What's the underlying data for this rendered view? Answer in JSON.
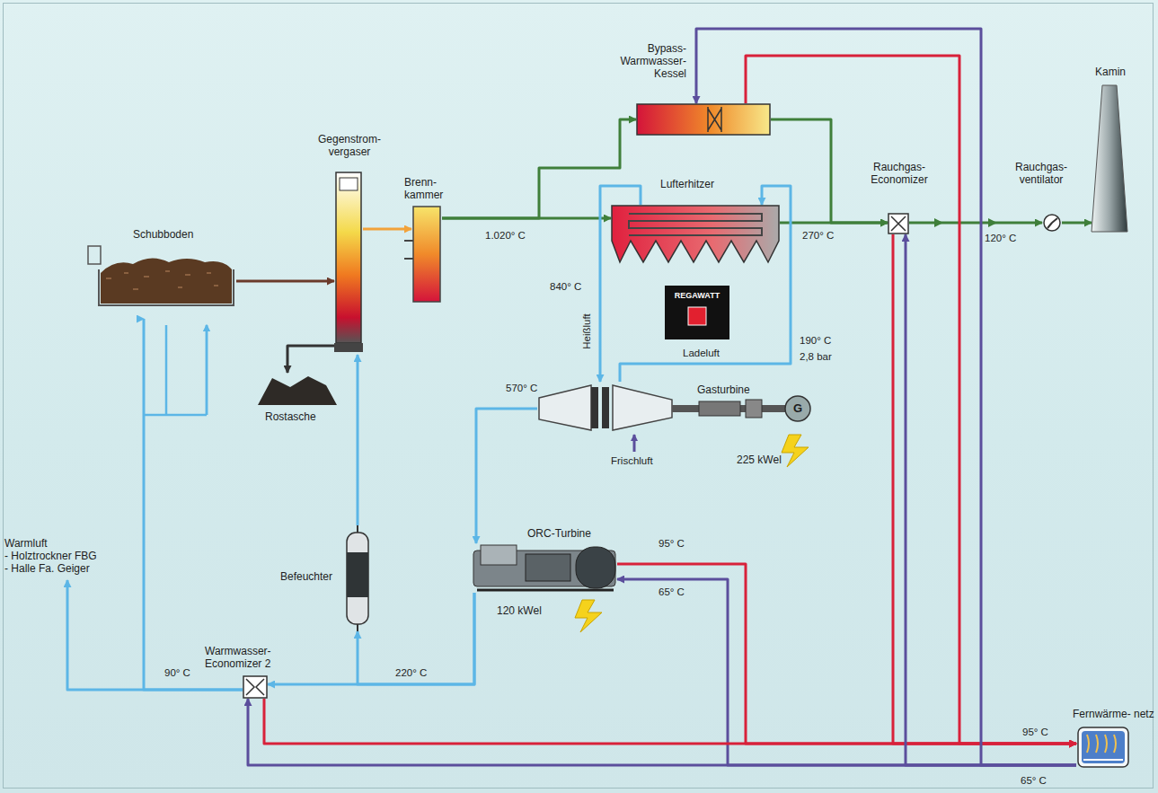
{
  "diagram": {
    "nodes": [
      {
        "text": [
          "Schubboden"
        ]
      },
      {
        "text": [
          "Gegenstrom- vergaser"
        ]
      },
      {
        "text": [
          "Rostasche"
        ]
      },
      {
        "text": [
          "Brenn- kammer"
        ]
      },
      {
        "text": [
          "Bypass- Warmwasser- Kessel"
        ]
      },
      {
        "text": [
          "Lufterhitzer"
        ]
      },
      {
        "text": [
          "REGAWATT"
        ]
      },
      {
        "text": [
          "Rauchgas- Economizer"
        ]
      },
      {
        "text": [
          "Rauchgas- ventilator"
        ]
      },
      {
        "text": [
          "Kamin"
        ]
      },
      {
        "text": [
          "Gasturbine",
          "225 kWel"
        ]
      },
      {
        "text": [
          "ORC-Turbine",
          "120 kWel"
        ]
      },
      {
        "text": [
          "Befeuchter"
        ]
      },
      {
        "text": [
          "Warmwasser- Economizer 2"
        ]
      },
      {
        "text": [
          "Fernwärme- netz"
        ]
      },
      {
        "text": [
          "Warmluft",
          "- Holztrockner FBG",
          "- Halle Fa. Geiger"
        ]
      }
    ],
    "edges": [
      {
        "from": 0,
        "to": 1,
        "arrow": "to"
      },
      {
        "from": 1,
        "to": 2,
        "arrow": "to"
      },
      {
        "from": 1,
        "to": 3,
        "arrow": "to"
      },
      {
        "from": 3,
        "to": 5,
        "arrow": "to"
      },
      {
        "from": 3,
        "to": 4,
        "arrow": "to"
      },
      {
        "from": 4,
        "to": 7,
        "arrow": "to"
      },
      {
        "from": 5,
        "to": 7,
        "arrow": "to"
      },
      {
        "from": 7,
        "to": 8,
        "arrow": "to"
      },
      {
        "from": 8,
        "to": 9,
        "arrow": "to"
      },
      {
        "from": 5,
        "to": 10,
        "arrow": "to"
      },
      {
        "from": 10,
        "to": 5,
        "arrow": "to"
      },
      {
        "from": 10,
        "to": 11,
        "arrow": "to"
      },
      {
        "from": 11,
        "to": 13,
        "arrow": "to"
      },
      {
        "from": 11,
        "to": 12,
        "arrow": "to"
      },
      {
        "from": 12,
        "to": 1,
        "arrow": "to"
      },
      {
        "from": 13,
        "to": 0,
        "arrow": "to"
      },
      {
        "from": 13,
        "to": 15,
        "arrow": "to"
      },
      {
        "from": 11,
        "to": 14,
        "arrow": "to"
      },
      {
        "from": 14,
        "to": 11,
        "arrow": "to"
      },
      {
        "from": 13,
        "to": 14,
        "arrow": "to"
      },
      {
        "from": 14,
        "to": 13,
        "arrow": "to"
      },
      {
        "from": 7,
        "to": 14,
        "arrow": "to"
      },
      {
        "from": 14,
        "to": 7,
        "arrow": "to"
      },
      {
        "from": 4,
        "to": 14,
        "arrow": "to"
      },
      {
        "from": 14,
        "to": 4,
        "arrow": "to"
      }
    ],
    "labels": [
      "1.020° C",
      "270° C",
      "120° C",
      "840° C",
      "Heißluft",
      "190° C",
      "2,8 bar",
      "Ladeluft",
      "570° C",
      "Frischluft",
      "95° C",
      "65° C",
      "90° C",
      "220° C",
      "95° C",
      "65° C",
      "G"
    ]
  }
}
